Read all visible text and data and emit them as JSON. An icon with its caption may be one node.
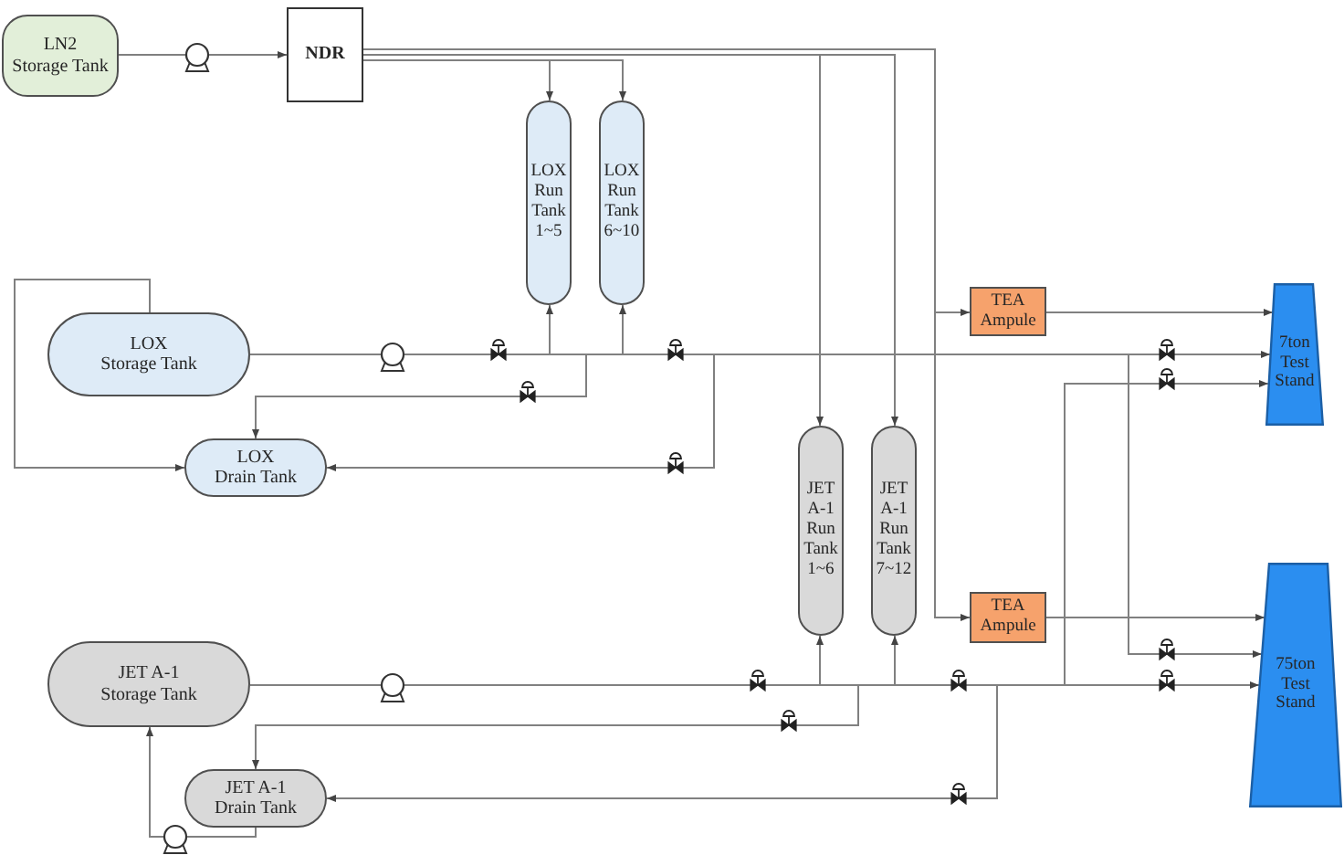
{
  "diagram": {
    "nodes": [
      {
        "text": [
          "LN2 Storage Tank"
        ]
      },
      {
        "text": [
          "NDR"
        ]
      },
      {
        "text": [
          "LOX Run Tank 1~5"
        ]
      },
      {
        "text": [
          "LOX Run Tank 6~10"
        ]
      },
      {
        "text": [
          "TEA Ampule"
        ]
      },
      {
        "text": [
          "7ton Test Stand"
        ]
      },
      {
        "text": [
          "LOX Storage Tank"
        ]
      },
      {
        "text": [
          "LOX Drain Tank"
        ]
      },
      {
        "text": [
          "JET A-1 Run Tank 1~6"
        ]
      },
      {
        "text": [
          "JET A-1 Run Tank 7~12"
        ]
      },
      {
        "text": [
          "TEA Ampule"
        ]
      },
      {
        "text": [
          "75ton Test Stand"
        ]
      },
      {
        "text": [
          "JET A-1 Storage Tank"
        ]
      },
      {
        "text": [
          "JET A-1 Drain Tank"
        ]
      }
    ],
    "edges": [
      {
        "from": 0,
        "to": 1,
        "arrow": "to"
      },
      {
        "from": 1,
        "to": 2,
        "arrow": "to"
      },
      {
        "from": 1,
        "to": 3,
        "arrow": "to"
      },
      {
        "from": 1,
        "to": 8,
        "arrow": "to"
      },
      {
        "from": 1,
        "to": 9,
        "arrow": "to"
      },
      {
        "from": 1,
        "to": 4,
        "arrow": "to"
      },
      {
        "from": 1,
        "to": 10,
        "arrow": "to"
      },
      {
        "from": 4,
        "to": 5,
        "arrow": "to"
      },
      {
        "from": 10,
        "to": 11,
        "arrow": "to"
      },
      {
        "from": 6,
        "to": 2,
        "arrow": "to"
      },
      {
        "from": 6,
        "to": 3,
        "arrow": "to"
      },
      {
        "from": 6,
        "to": 5,
        "arrow": "to"
      },
      {
        "from": 6,
        "to": 7,
        "arrow": "to"
      },
      {
        "from": 6,
        "to": 7,
        "arrow": "to"
      },
      {
        "from": 6,
        "to": 7,
        "arrow": "to"
      },
      {
        "from": 6,
        "to": 11,
        "arrow": "to"
      },
      {
        "from": 12,
        "to": 8,
        "arrow": "to"
      },
      {
        "from": 12,
        "to": 9,
        "arrow": "to"
      },
      {
        "from": 12,
        "to": 5,
        "arrow": "to"
      },
      {
        "from": 12,
        "to": 11,
        "arrow": "to"
      },
      {
        "from": 12,
        "to": 13,
        "arrow": "to"
      },
      {
        "from": 12,
        "to": 13,
        "arrow": "to"
      },
      {
        "from": 13,
        "to": 12,
        "arrow": "to"
      }
    ]
  }
}
